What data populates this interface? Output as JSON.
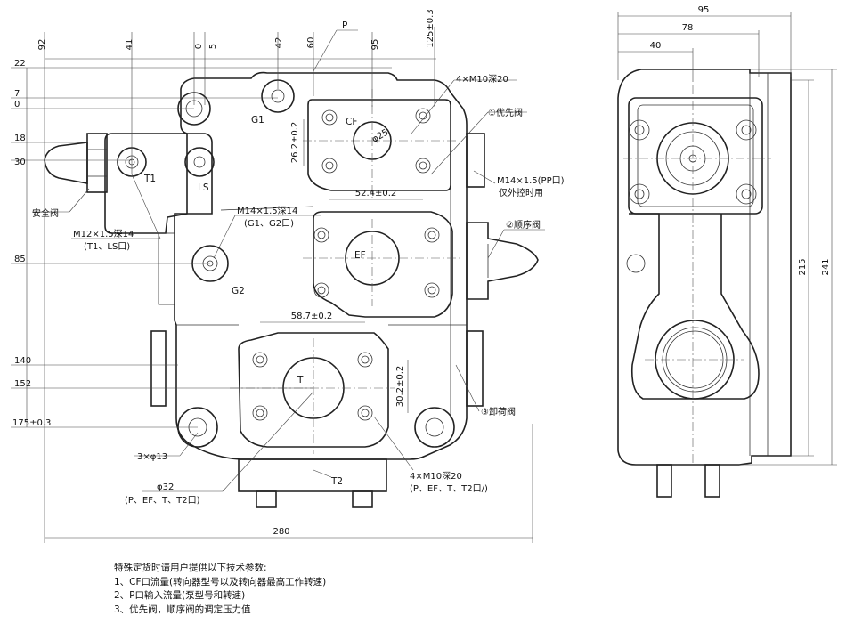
{
  "dims_top": [
    "92",
    "41",
    "0",
    "5",
    "42",
    "60",
    "95",
    "125±0.3"
  ],
  "dims_left": [
    "22",
    "7",
    "0",
    "18",
    "30",
    "85",
    "140",
    "152",
    "175±0.3"
  ],
  "dim_bottom": "280",
  "side_dims": {
    "w95": "95",
    "w78": "78",
    "w40": "40",
    "h215": "215",
    "h241": "241"
  },
  "labels": {
    "P": "P",
    "CF": "CF",
    "phi25": "φ25",
    "EF": "EF",
    "T": "T",
    "T1": "T1",
    "LS": "LS",
    "G1": "G1",
    "G2": "G2",
    "T2": "T2",
    "d26_2": "26.2±0.2",
    "d52_4": "52.4±0.2",
    "d58_7": "58.7±0.2",
    "d30_2": "30.2±0.2",
    "m10_top": "4×M10深20",
    "priority": "①优先阀",
    "pp_port": "M14×1.5(PP口)",
    "pp_note": "仅外控时用",
    "sequence": "②顺序阀",
    "unload": "③卸荷阀",
    "m10_bot": "4×M10深20",
    "m10_bot_ports": "(P、EF、T、T2口/)",
    "safety": "安全阀",
    "m12": "M12×1.5深14",
    "m12_ports": "(T1、LS口)",
    "m14": "M14×1.5深14",
    "m14_ports": "(G1、G2口)",
    "holes": "3×φ13",
    "phi32": "φ32",
    "phi32_ports": "(P、EF、T、T2口)"
  },
  "notes": {
    "heading": "特殊定货时请用户提供以下技术参数:",
    "items": [
      "1、CF口流量(转向器型号以及转向器最高工作转速)",
      "2、P口输入流量(泵型号和转速)",
      "3、优先阀，顺序阀的调定压力值"
    ]
  }
}
